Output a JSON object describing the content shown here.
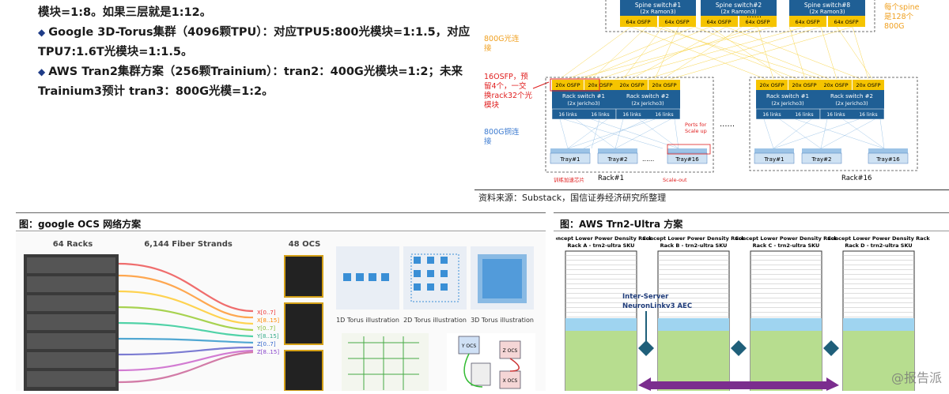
{
  "bullets": {
    "line0": "模块=1:8。如果三层就是1:12。",
    "item1_a": "Google  3D-Torus集群（4096颗TPU）：对应TPU5:800光模块=1:1.5，对应",
    "item1_b": "TPU7:1.6T光模块=1:1.5。",
    "item2_a": "AWS  Tran2集群方案（256颗Trainium）：tran2：400G光模块=1:2；未来",
    "item2_b": "Trainium3预计 tran3：800G光模=1:2。",
    "marker": "◆"
  },
  "diagram": {
    "spines": [
      {
        "name": "Spine switch#1",
        "sub": "(2x Ramon3)"
      },
      {
        "name": "Spine switch#2",
        "sub": "(2x Ramon3)"
      },
      {
        "name": "Spine switch#8",
        "sub": "(2x Ramon3)"
      }
    ],
    "spine_ports": "64x OSFP",
    "spine_note": [
      "每个spine",
      "是128个",
      "800G"
    ],
    "optical_note": [
      "800G光连",
      "接"
    ],
    "osfp_note": [
      "16OSFP，预",
      "留4个，一交",
      "换rack32个光",
      "模块"
    ],
    "copper_note": [
      "800G铜连",
      "接"
    ],
    "rack_switches": [
      {
        "name": "Rack switch #1",
        "sub": "(2x Jericho3)"
      },
      {
        "name": "Rack switch #2",
        "sub": "(2x Jericho3)"
      }
    ],
    "rack_ports": "20x OSFP",
    "links": "16 links",
    "scaleup_note": [
      "Ports for",
      "Scale up"
    ],
    "trays_left": [
      "Tray#1",
      "Tray#2",
      "Tray#16"
    ],
    "trays_right": [
      "Tray#1",
      "Tray#2",
      "Tray#16"
    ],
    "chip_note": "训练加速芯片",
    "scaleout_note": "Scale-out",
    "rack_left": "Rack#1",
    "rack_right": "Rack#16",
    "dots": "......"
  },
  "source": "资料来源：Substack，国信证券经济研究所整理",
  "fig_left": {
    "title": "图：google OCS 网络方案",
    "racks": "64 Racks",
    "fibers": "6,144 Fiber Strands",
    "ocs": "48 OCS",
    "axes": [
      "X[0..7]",
      "X[8..15]",
      "Y[0..7]",
      "Y[8..15]",
      "Z[0..7]",
      "Z[8..15]"
    ],
    "torus1": "1D Torus illustration",
    "torus2": "2D Torus illustration",
    "torus3": "3D Torus illustration",
    "ocs_labels": [
      "Y OCS",
      "Z OCS",
      "X OCS"
    ]
  },
  "fig_right": {
    "title": "图：AWS Trn2-Ultra 方案",
    "rack_heading": "Concept Lower Power Density Rack",
    "racks": [
      "Rack A - trn2-ultra SKU",
      "Rack B - trn2-ultra SKU",
      "Rack C - trn2-ultra SKU",
      "Rack D - trn2-ultra SKU"
    ],
    "overlay": [
      "Inter-Server",
      "NeuronLinkv3 AEC"
    ],
    "watermark": "@报告派"
  },
  "colors": {
    "blue": "#1f5f95",
    "yellow": "#f5c400",
    "red": "#e02020",
    "orange": "#f0a020",
    "green": "#9ccc65",
    "purple": "#7b2d8e"
  }
}
